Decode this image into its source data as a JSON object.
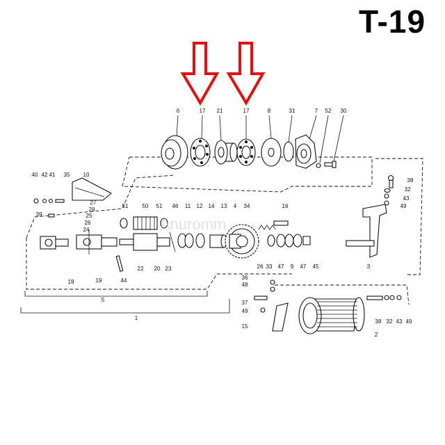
{
  "page": {
    "title": "T-19"
  },
  "watermark": "Anuromm",
  "arrows": [
    {
      "name": "arrow-17-left",
      "color": "#e01010"
    },
    {
      "name": "arrow-17-right",
      "color": "#e01010"
    }
  ],
  "labels": {
    "top": [
      "6",
      "17",
      "21",
      "17",
      "8",
      "31",
      "7",
      "52",
      "30"
    ],
    "left": [
      "40",
      "42",
      "41",
      "35",
      "10",
      "39",
      "27",
      "28",
      "25",
      "26",
      "24"
    ],
    "middle": [
      "51",
      "50",
      "51",
      "46",
      "11",
      "12",
      "14",
      "13",
      "4",
      "34",
      "16"
    ],
    "lower_row": [
      "18",
      "19",
      "22",
      "44",
      "20",
      "23",
      "26",
      "33",
      "47",
      "9",
      "47",
      "45",
      "3"
    ],
    "brackets": [
      "5",
      "1"
    ],
    "right": [
      "38",
      "32",
      "43",
      "49"
    ],
    "bottom_left": [
      "36",
      "48",
      "37",
      "49",
      "15"
    ],
    "bottom_right": [
      "38",
      "32",
      "43",
      "49",
      "2"
    ]
  }
}
